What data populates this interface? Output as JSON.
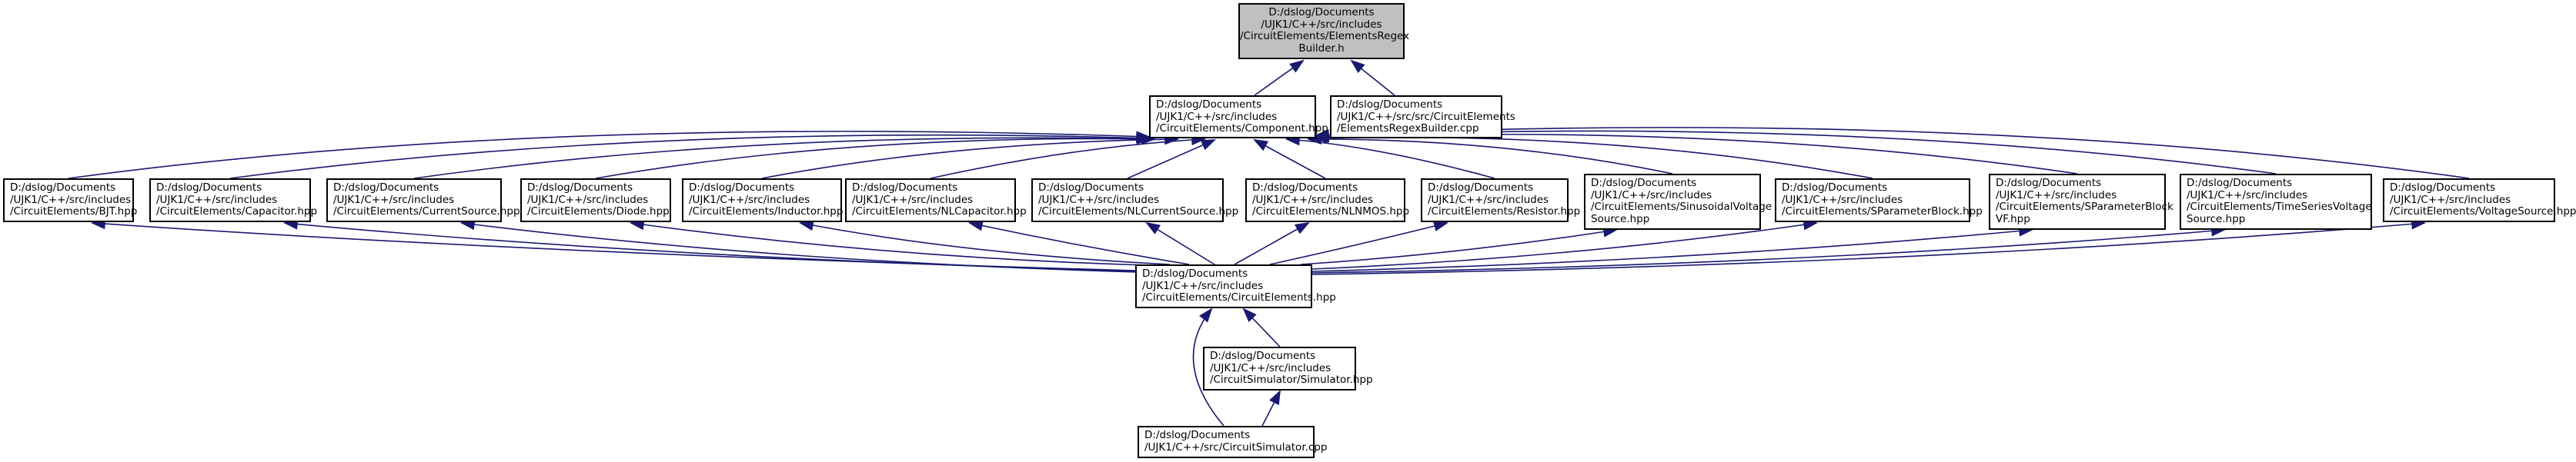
{
  "nodes": {
    "root": [
      "D:/dslog/Documents",
      "/UJK1/C++/src/includes",
      "/CircuitElements/ElementsRegex",
      "Builder.h"
    ],
    "comp": [
      "D:/dslog/Documents",
      "/UJK1/C++/src/includes",
      "/CircuitElements/Component.hpp"
    ],
    "erb": [
      "D:/dslog/Documents",
      "/UJK1/C++/src/src/CircuitElements",
      "/ElementsRegexBuilder.cpp"
    ],
    "bjt": [
      "D:/dslog/Documents",
      "/UJK1/C++/src/includes",
      "/CircuitElements/BJT.hpp"
    ],
    "cap": [
      "D:/dslog/Documents",
      "/UJK1/C++/src/includes",
      "/CircuitElements/Capacitor.hpp"
    ],
    "cs": [
      "D:/dslog/Documents",
      "/UJK1/C++/src/includes",
      "/CircuitElements/CurrentSource.hpp"
    ],
    "diode": [
      "D:/dslog/Documents",
      "/UJK1/C++/src/includes",
      "/CircuitElements/Diode.hpp"
    ],
    "ind": [
      "D:/dslog/Documents",
      "/UJK1/C++/src/includes",
      "/CircuitElements/Inductor.hpp"
    ],
    "nlc": [
      "D:/dslog/Documents",
      "/UJK1/C++/src/includes",
      "/CircuitElements/NLCapacitor.hpp"
    ],
    "nlcs": [
      "D:/dslog/Documents",
      "/UJK1/C++/src/includes",
      "/CircuitElements/NLCurrentSource.hpp"
    ],
    "nlnm": [
      "D:/dslog/Documents",
      "/UJK1/C++/src/includes",
      "/CircuitElements/NLNMOS.hpp"
    ],
    "res": [
      "D:/dslog/Documents",
      "/UJK1/C++/src/includes",
      "/CircuitElements/Resistor.hpp"
    ],
    "sin": [
      "D:/dslog/Documents",
      "/UJK1/C++/src/includes",
      "/CircuitElements/SinusoidalVoltage",
      "Source.hpp"
    ],
    "spb": [
      "D:/dslog/Documents",
      "/UJK1/C++/src/includes",
      "/CircuitElements/SParameterBlock.hpp"
    ],
    "spvf": [
      "D:/dslog/Documents",
      "/UJK1/C++/src/includes",
      "/CircuitElements/SParameterBlock",
      "VF.hpp"
    ],
    "tsv": [
      "D:/dslog/Documents",
      "/UJK1/C++/src/includes",
      "/CircuitElements/TimeSeriesVoltage",
      "Source.hpp"
    ],
    "vs": [
      "D:/dslog/Documents",
      "/UJK1/C++/src/includes",
      "/CircuitElements/VoltageSource.hpp"
    ],
    "ce": [
      "D:/dslog/Documents",
      "/UJK1/C++/src/includes",
      "/CircuitElements/CircuitElements.hpp"
    ],
    "sim": [
      "D:/dslog/Documents",
      "/UJK1/C++/src/includes",
      "/CircuitSimulator/Simulator.hpp"
    ],
    "csc": [
      "D:/dslog/Documents",
      "/UJK1/C++/src/CircuitSimulator.cpp"
    ]
  },
  "colors": {
    "edge": "#191970",
    "border": "#000000",
    "root_fill": "#c0c0c0"
  }
}
